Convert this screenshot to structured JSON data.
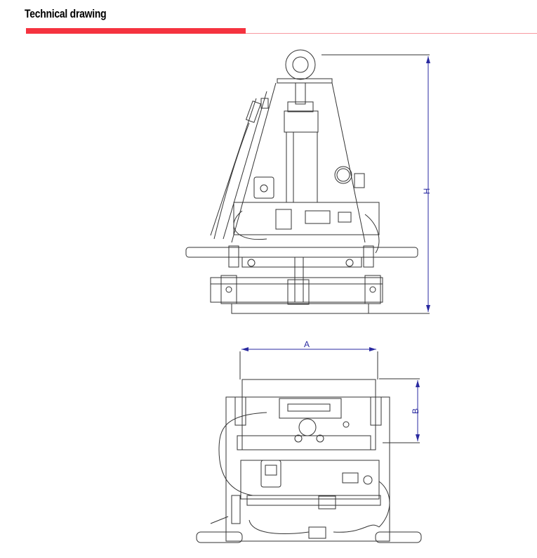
{
  "header": {
    "title": "Technical drawing"
  },
  "colors": {
    "accent": "#f5333f",
    "dimension": "#2a2aa0",
    "line": "#333333"
  },
  "drawings": {
    "side_view": {
      "dimension_label": "H"
    },
    "top_view": {
      "dimension_a_label": "A",
      "dimension_b_label": "B"
    }
  }
}
